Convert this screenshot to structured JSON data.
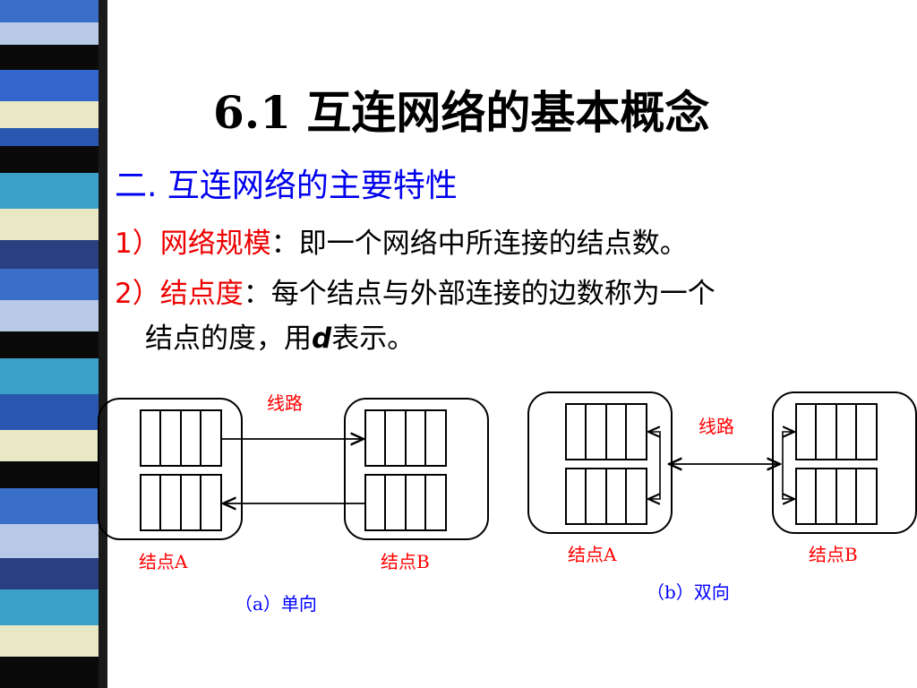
{
  "slide": {
    "title": "6.1 互连网络的基本概念",
    "subheading": {
      "number": "二.",
      "text": "互连网络的主要特性"
    },
    "points": [
      {
        "num": "1）",
        "term": "网络规模",
        "sep": "：",
        "text": "即一个网络中所连接的结点数。"
      },
      {
        "num": "2）",
        "term": "结点度",
        "sep": "：",
        "text": "每个结点与外部连接的边数称为一个",
        "cont_before": "结点的度，用",
        "symbol": "d",
        "cont_after": "表示。"
      }
    ]
  },
  "diagram_a": {
    "link_label": "线路",
    "node_a": "结点A",
    "node_b": "结点B",
    "caption": "（a）单向"
  },
  "diagram_b": {
    "link_label": "线路",
    "node_a": "结点A",
    "node_b": "结点B",
    "caption": "（b）双向"
  },
  "colors": {
    "title": "#000000",
    "subheading": "#0000ee",
    "term": "#ee0000",
    "node_label": "#ff0000",
    "caption": "#0000ff"
  }
}
